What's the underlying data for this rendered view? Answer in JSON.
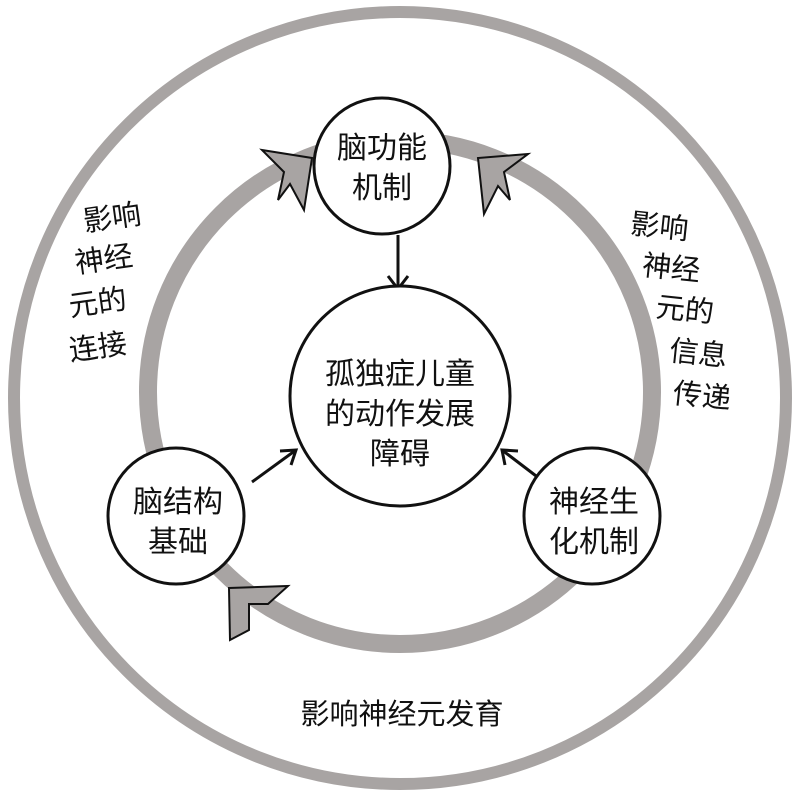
{
  "colors": {
    "ring": "#a8a4a3",
    "stroke": "#111111",
    "fill": "#ffffff"
  },
  "nodes": {
    "center": {
      "lines": [
        "孤独症儿童",
        "的动作发展",
        "障碍"
      ]
    },
    "top": {
      "lines": [
        "脑功能",
        "机制"
      ]
    },
    "left": {
      "lines": [
        "脑结构",
        "基础"
      ]
    },
    "right": {
      "lines": [
        "神经生",
        "化机制"
      ]
    }
  },
  "labels": {
    "left": {
      "lines": [
        "影响",
        "神经",
        "元的",
        "连接"
      ]
    },
    "right": {
      "lines": [
        "影响",
        "神经",
        "元的",
        "信息",
        "传递"
      ]
    },
    "bottom": "影响神经元发育"
  }
}
